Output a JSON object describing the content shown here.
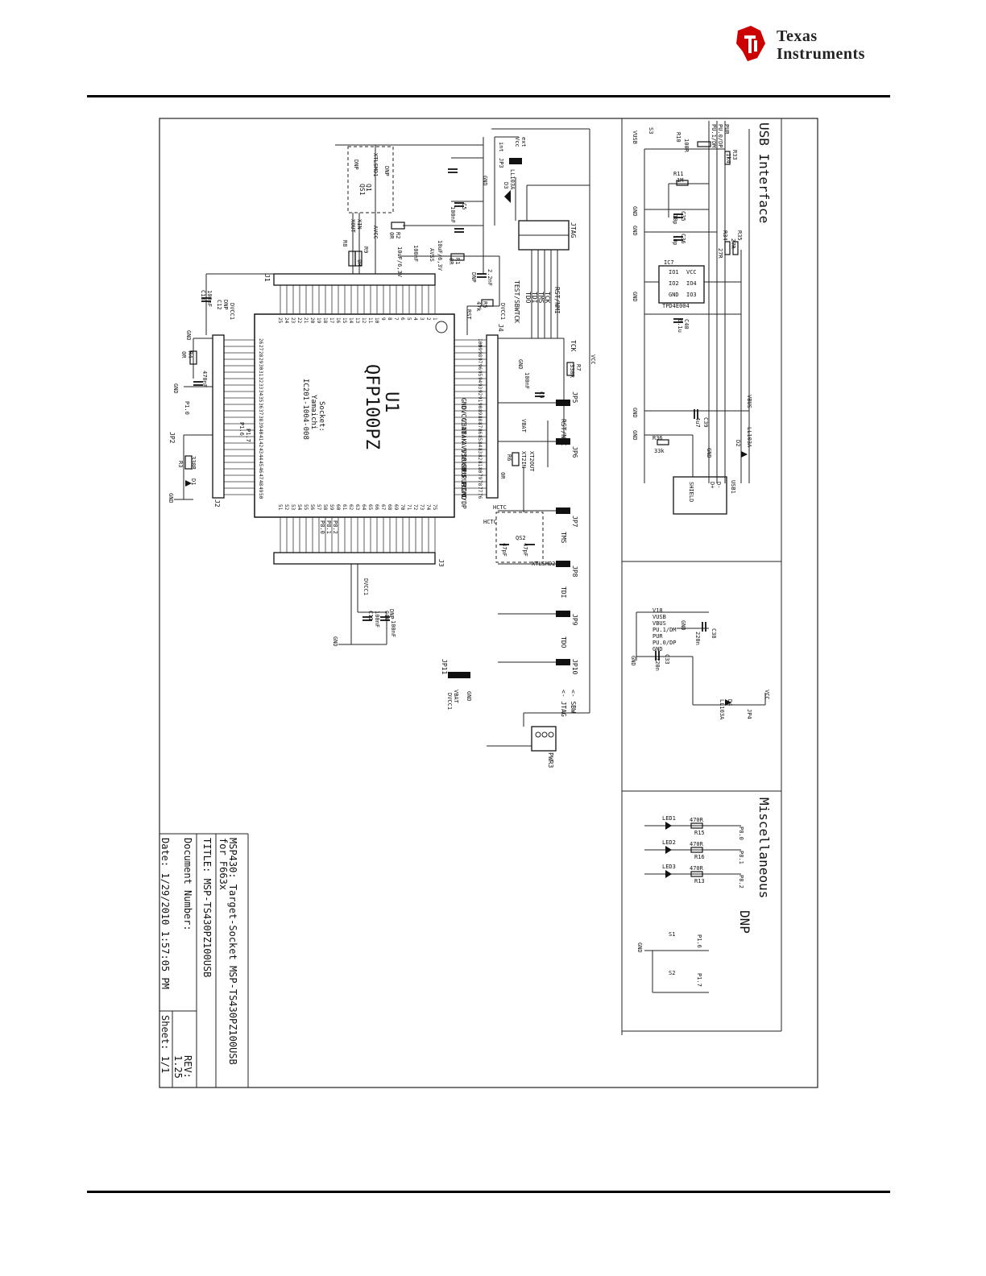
{
  "brand": {
    "name_line1": "Texas",
    "name_line2": "Instruments",
    "brand_color": "#cc0000"
  },
  "sections": {
    "usb": "USB Interface",
    "misc": "Miscellaneous",
    "dnp": "DNP"
  },
  "title_block": {
    "line1": "MSP430: Target-Socket MSP-TS430PZ100USB",
    "line2": "for F663x",
    "title": "TITLE:  MSP-TS430PZ100USB",
    "doc_number": "Document Number:",
    "rev_label": "REV:",
    "rev_value": "1.25",
    "date": "Date: 1/29/2010 1:57:05 PM",
    "sheet": "Sheet: 1/1"
  },
  "mcu": {
    "ref": "U1",
    "package": "QFP100PZ",
    "socket_l1": "Socket:",
    "socket_l2": "Yamaichi",
    "socket_l3": "IC201-1004-008"
  },
  "headers": {
    "j1": "J1",
    "j2": "J2",
    "j3": "J3",
    "j4": "J4",
    "jtag": "JTAG",
    "pwr3": "PWR3",
    "jp11": "JP11"
  },
  "jtag_signals": [
    "RST/NMI",
    "TCK",
    "TMS",
    "TDI",
    "TDO",
    "TEST/SBWTCK"
  ],
  "jtag_misc": {
    "ext": "ext",
    "vcc": "Vcc",
    "int": "int",
    "jp3": "JP3",
    "d3": "D3",
    "ll103a": "LL103A",
    "gnd": "GND",
    "c6": "10uF/6,3V",
    "c7": "100nF",
    "c5": "C5",
    "c8": "2.2nF",
    "r1": "R1",
    "r1v": "0R",
    "r2": "R2",
    "r2v": "0R",
    "avss": "AVSS",
    "avcc": "AVCC",
    "dnp": "DNP",
    "rst": "RST",
    "r5": "R5",
    "r5v": "47k",
    "dvcc1": "DVCC1",
    "c14": "100nF",
    "c6b": "10uF/6,3V"
  },
  "crystal1": {
    "ref": "XTLSMD1",
    "q1": "Q1",
    "qs1": "QS1",
    "xin": "XIN",
    "xout": "XOUT",
    "c1": "DNP",
    "c2": "DNP",
    "r8": "R8",
    "r9": "R9",
    "v0r": "0R"
  },
  "j4_signals": [
    "GND",
    "DVCC1",
    "VBAT",
    "VBAK",
    "AVSS",
    "V18",
    "VUSB",
    "VBUS",
    "PU.1/DM",
    "PUR",
    "PU.0/DP",
    "GND"
  ],
  "j4_pins": [
    "100",
    "99",
    "98",
    "97",
    "96",
    "95",
    "94",
    "93",
    "92",
    "91",
    "90",
    "89",
    "88",
    "87",
    "86",
    "85",
    "84",
    "83",
    "82",
    "81",
    "80",
    "79",
    "78",
    "77",
    "76"
  ],
  "j4_misc": {
    "tck": "TCK",
    "tms": "TMS",
    "tdi": "TDI",
    "tdo": "TDO",
    "rst_nmi": "RST/NMI",
    "r7": "R7",
    "r7v": "330R",
    "c10": "100nF",
    "c9": "C9",
    "gnd": "GND",
    "vbat": "VBAT",
    "xt2out": "XT2OUT",
    "xt2in": "XT2IN",
    "r6": "R6",
    "r6v": "0R",
    "hctc1": "HCTC",
    "hctc2": "HCTC",
    "xtlsmd2": "XTLSMD2",
    "qs2": "QS2",
    "c47a": "47pF",
    "c47b": "47pF"
  },
  "jumpers": [
    "JP5",
    "JP6",
    "JP7",
    "JP8",
    "JP9",
    "JP10"
  ],
  "jumper_notes": {
    "jtag": "<- JTAG",
    "sbw": "<- SBW"
  },
  "left_side": {
    "c13": "C13",
    "c13v": "100nF",
    "c12": "C12",
    "dnp": "DNP",
    "dvcc1": "DVCC1",
    "gnd1": "GND",
    "gnd2": "GND",
    "gnd3": "GND",
    "r4": "R4",
    "r4v": "0R",
    "c4": "470nF",
    "p1_0": "P1.0",
    "jp2": "JP2",
    "r3": "R3",
    "r3v": "330R",
    "d1": "D1",
    "p1_6": "P1.6",
    "p1_7": "P1.7"
  },
  "j1_pins": [
    "25",
    "24",
    "23",
    "22",
    "21",
    "20",
    "19",
    "18",
    "17",
    "16",
    "15",
    "14",
    "13",
    "12",
    "11",
    "10",
    "9",
    "8",
    "7",
    "6",
    "5",
    "4",
    "3",
    "2",
    "1"
  ],
  "j2_pins": [
    "26",
    "27",
    "28",
    "29",
    "30",
    "31",
    "32",
    "33",
    "34",
    "35",
    "36",
    "37",
    "38",
    "39",
    "40",
    "41",
    "42",
    "43",
    "44",
    "45",
    "46",
    "47",
    "48",
    "49",
    "50"
  ],
  "j3_pins": [
    "51",
    "52",
    "53",
    "54",
    "55",
    "56",
    "57",
    "58",
    "59",
    "60",
    "61",
    "62",
    "63",
    "64",
    "65",
    "66",
    "67",
    "68",
    "69",
    "70",
    "71",
    "72",
    "73",
    "74",
    "75"
  ],
  "bottom": {
    "p8_0": "P8.0",
    "p8_1": "P8.1",
    "p8_2": "P8.2",
    "dvcc1": "DVCC1",
    "dnp": "DNP",
    "c11": "C11",
    "c11v": "100nF",
    "c10": "C10",
    "c10v": "100nF",
    "gnd": "GND",
    "vbat": "VBAT",
    "dvcc1b": "DVCC1",
    "gnd2": "GND",
    "vcc": "VCC"
  },
  "usb": {
    "s3": "S3",
    "vusb": "VUSB",
    "r10": "R10",
    "r10v": "100R",
    "pur": "PUR",
    "pu0": "PU.0/DP",
    "pu1": "PU.1/DM",
    "r33": "R33",
    "r33v": "1k4",
    "r11": "R11",
    "r11v": "1M",
    "c35": "C35",
    "c35v": "10p",
    "c36": "C36",
    "c36v": "10p",
    "r34": "R34",
    "r34v": "27R",
    "r35": "R35",
    "r35v": "27R",
    "ic7": "IC7",
    "io1": "IO1",
    "io2": "IO2",
    "io3": "IO3",
    "io4": "IO4",
    "vcc": "VCC",
    "gnd": "GND",
    "tpd": "TPD4E004",
    "c40": "C40",
    "c40v": "0.1u",
    "vbus": "VBUS",
    "c39": "C39",
    "c39v": "4u7",
    "r36": "R36",
    "r36v": "33k",
    "d2": "D2",
    "d2v": "LL103A",
    "usb1": "USB1",
    "dm": "D-",
    "dp": "D+",
    "shield": "SHIELD",
    "g1": "GND",
    "g2": "GND",
    "g3": "GND",
    "g4": "GND",
    "g5": "GND",
    "g6": "GND"
  },
  "power": {
    "v18": "V18",
    "vusb": "VUSB",
    "vbus": "VBUS",
    "pu1": "PU.1/DM",
    "pur": "PUR",
    "pu0": "PU.0/DP",
    "gnd": "GND",
    "c38": "C38",
    "c38v": "220n",
    "c33": "C33",
    "c33v": "220n",
    "vcc": "VCC",
    "d4": "D4",
    "d4v": "LL103A",
    "jp4": "JP4",
    "g1": "GND",
    "g2": "GND"
  },
  "misc": {
    "p8_0": "P8.0",
    "p8_1": "P8.1",
    "p8_2": "P8.2",
    "led1": "LED1",
    "led2": "LED2",
    "led3": "LED3",
    "r15": "R15",
    "r16": "R16",
    "r13": "R13",
    "rv": "470R",
    "s1": "S1",
    "s2": "S2",
    "p1_6": "P1.6",
    "p1_7": "P1.7",
    "gnd": "GND"
  }
}
